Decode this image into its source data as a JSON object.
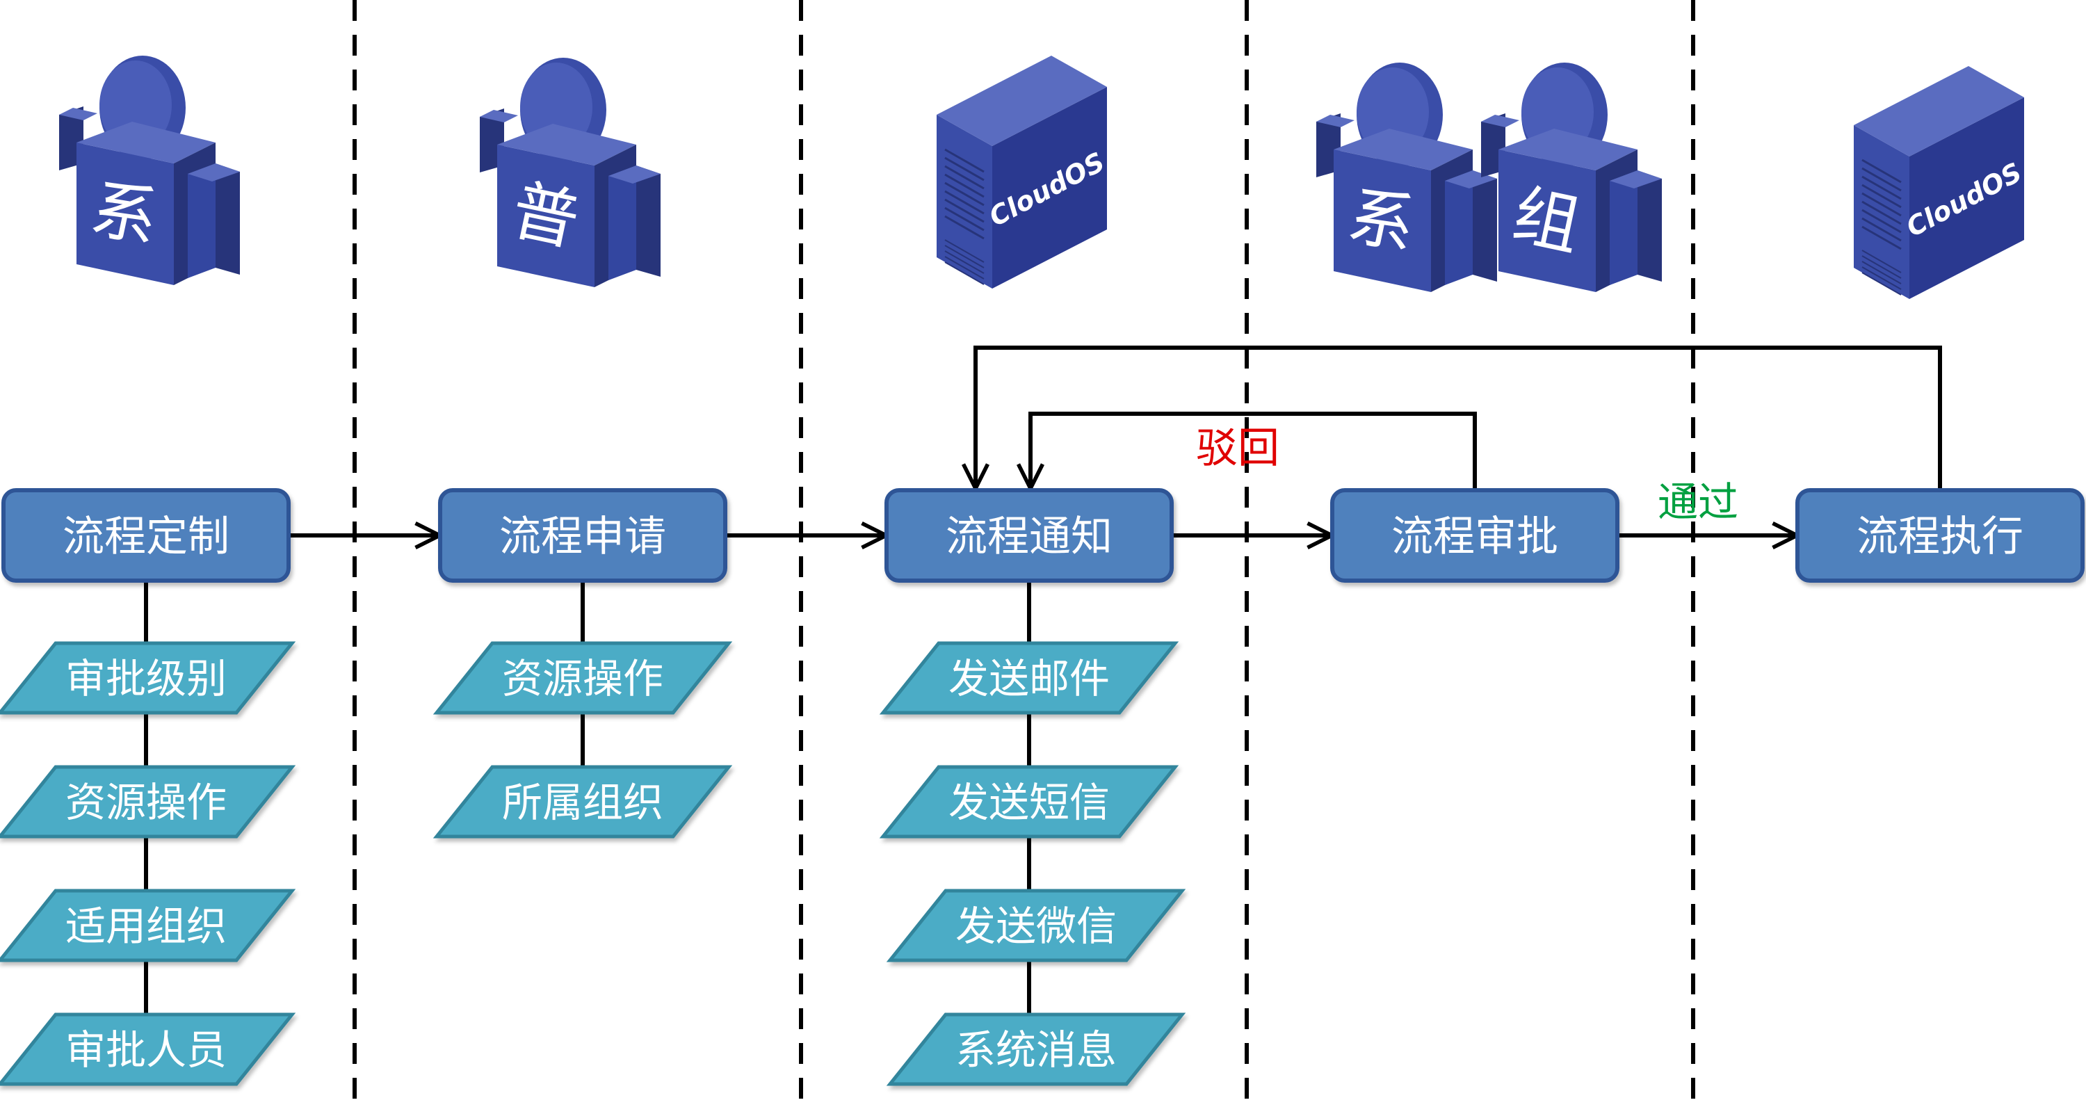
{
  "icons": [
    {
      "kind": "user",
      "glyph": "系",
      "semantic": "user-system-admin-icon"
    },
    {
      "kind": "user",
      "glyph": "普",
      "semantic": "user-ordinary-icon"
    },
    {
      "kind": "server",
      "label": "CloudOS",
      "semantic": "cloudos-server-icon"
    },
    {
      "kind": "user",
      "glyph": "系",
      "semantic": "user-system-admin-icon"
    },
    {
      "kind": "user",
      "glyph": "组",
      "semantic": "user-org-admin-icon"
    },
    {
      "kind": "server",
      "label": "CloudOS",
      "semantic": "cloudos-server-icon"
    }
  ],
  "stages": [
    {
      "label": "流程定制",
      "subs": [
        "审批级别",
        "资源操作",
        "适用组织",
        "审批人员"
      ]
    },
    {
      "label": "流程申请",
      "subs": [
        "资源操作",
        "所属组织"
      ]
    },
    {
      "label": "流程通知",
      "subs": [
        "发送邮件",
        "发送短信",
        "发送微信",
        "系统消息"
      ]
    },
    {
      "label": "流程审批",
      "subs": []
    },
    {
      "label": "流程执行",
      "subs": []
    }
  ],
  "edge_labels": {
    "reject": "驳回",
    "approve": "通过"
  },
  "colors": {
    "stage_fill": "#4f81bd",
    "stage_border": "#2f5496",
    "sub_fill": "#4bacc6",
    "sub_border": "#31859c",
    "reject_text": "#e00000",
    "approve_text": "#00a040",
    "icon_front": "#3a4da8",
    "icon_side": "#27347a",
    "icon_top": "#5a6cc0",
    "line": "#000000"
  }
}
